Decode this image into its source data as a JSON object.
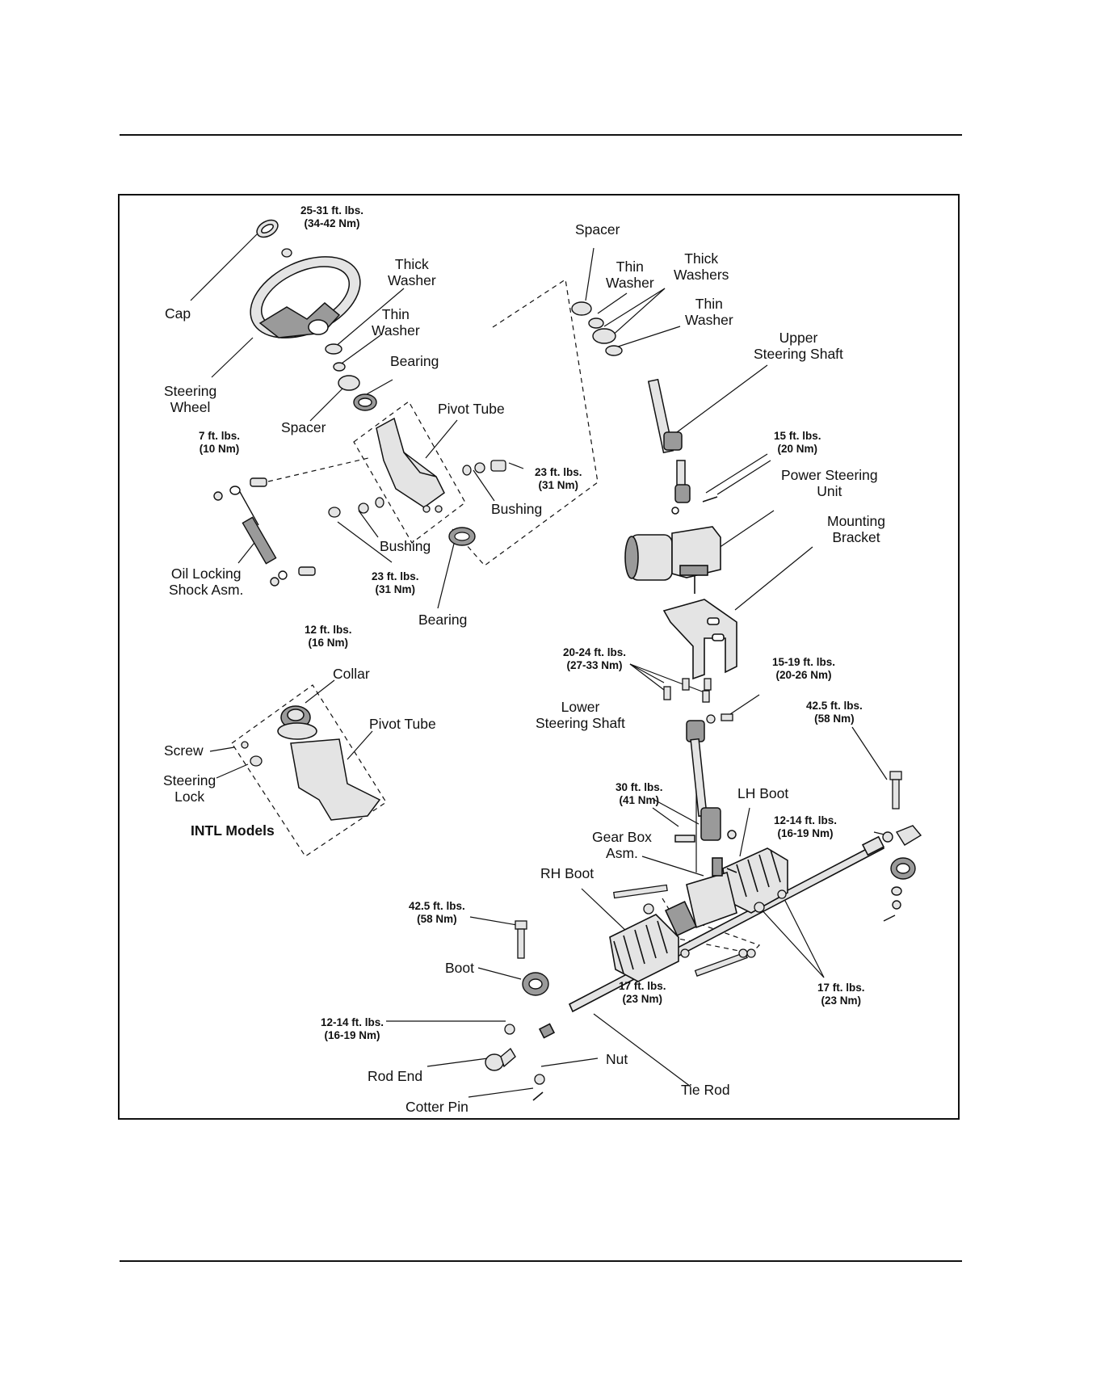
{
  "labels": {
    "cap": "Cap",
    "steering_wheel": "Steering\nWheel",
    "thick_washer": "Thick\nWasher",
    "thin_washer_left": "Thin\nWasher",
    "bearing_top": "Bearing",
    "spacer_left": "Spacer",
    "pivot_tube_top": "Pivot Tube",
    "bushing_right": "Bushing",
    "bushing_left": "Bushing",
    "oil_locking_shock": "Oil Locking\nShock Asm.",
    "bearing_bottom": "Bearing",
    "spacer_top": "Spacer",
    "thin_washer_top": "Thin\nWasher",
    "thick_washers": "Thick\nWashers",
    "thin_washer_right": "Thin\nWasher",
    "upper_steering_shaft": "Upper\nSteering Shaft",
    "power_steering_unit": "Power Steering\nUnit",
    "mounting_bracket": "Mounting\nBracket",
    "lower_steering_shaft": "Lower\nSteering Shaft",
    "collar": "Collar",
    "pivot_tube_intl": "Pivot Tube",
    "screw": "Screw",
    "steering_lock": "Steering\nLock",
    "intl_models": "INTL Models",
    "lh_boot": "LH Boot",
    "gear_box": "Gear Box\nAsm.",
    "rh_boot": "RH Boot",
    "boot": "Boot",
    "rod_end": "Rod End",
    "nut": "Nut",
    "cotter_pin": "Cotter Pin",
    "tie_rod": "Tie Rod"
  },
  "torques": {
    "wheel_nut": "25-31 ft. lbs.\n(34-42 Nm)",
    "shock_top": "7 ft. lbs.\n(10 Nm)",
    "bushing_bolt_right": "23 ft. lbs.\n(31 Nm)",
    "bushing_bolt_left": "23 ft. lbs.\n(31 Nm)",
    "shock_bottom": "12 ft. lbs.\n(16 Nm)",
    "pinch_bolt_upper": "15 ft. lbs.\n(20 Nm)",
    "bracket_bolts": "20-24 ft. lbs.\n(27-33 Nm)",
    "bracket_side_bolt": "15-19 ft. lbs.\n(20-26 Nm)",
    "lh_mount_bolt": "42.5 ft. lbs.\n(58 Nm)",
    "pinch_bolt_lower": "30 ft. lbs.\n(41 Nm)",
    "lh_jam_nut": "12-14 ft. lbs.\n(16-19 Nm)",
    "rh_mount_bolt": "42.5 ft. lbs.\n(58 Nm)",
    "gearbox_nut_left": "17 ft. lbs.\n(23 Nm)",
    "gearbox_nut_right": "17 ft. lbs.\n(23 Nm)",
    "rh_jam_nut": "12-14 ft. lbs.\n(16-19 Nm)"
  },
  "colors": {
    "ink": "#111111",
    "part_fill": "#e4e4e4",
    "part_dark": "#9a9a9a"
  }
}
